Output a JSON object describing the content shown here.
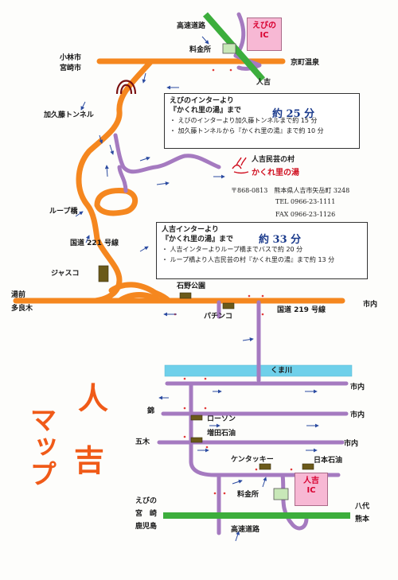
{
  "title": {
    "part1": "人",
    "part2": "吉",
    "part3": "マップ"
  },
  "interchanges": {
    "ebino": {
      "line1": "えびの",
      "line2": "IC"
    },
    "hitoyoshi": {
      "line1": "人吉",
      "line2": "IC"
    }
  },
  "labels": {
    "expressway_top": "高速道路",
    "expressway_bottom": "高速道路",
    "tollgate_top": "料金所",
    "tollgate_bottom": "料金所",
    "kobayashi": "小林市",
    "miyazaki_top": "宮崎市",
    "kyomachi": "京町温泉",
    "hitoyoshi_top": "人吉",
    "kakuto_tunnel": "加久藤トンネル",
    "loop_bridge": "ループ橋",
    "route221": "国道 221 号線",
    "jusco": "ジャスコ",
    "yunomae": "湯前",
    "taragi": "多良木",
    "ishino_park": "石野公園",
    "pachinko": "パチンコ",
    "route219": "国道 219 号線",
    "shinai_1": "市内",
    "kuma_river": "くま川",
    "shinai_2": "市内",
    "nishiki": "錦",
    "lawson": "ローソン",
    "shinai_3": "市内",
    "itsuki": "五木",
    "masuda_oil": "増田石油",
    "shinai_4": "市内",
    "kfc": "ケンタッキー",
    "nisseki": "日本石油",
    "ebino_city": "えびの",
    "miyazaki_bottom": "宮　崎",
    "kagoshima": "鹿児島",
    "yatsushiro": "八代",
    "kumamoto": "熊本"
  },
  "spa": {
    "village": "人吉民芸の村",
    "name": "かくれ里の湯",
    "postal": "〒868-0813　熊本県人吉市矢岳町 3248",
    "tel": "TEL 0966-23-1111",
    "fax": "FAX 0966-23-1126"
  },
  "info_ebino": {
    "line1": "えびのインターより",
    "line2": "『かくれ里の湯』まで",
    "time": "約 25 分",
    "items": [
      "・ えびのインターより加久藤トンネルまで約 15 分",
      "・ 加久藤トンネルから『かくれ里の湯』まで約 10 分"
    ]
  },
  "info_hitoyoshi": {
    "line1": "人吉インターより",
    "line2": "『かくれ里の湯』まで",
    "time": "約 33 分",
    "items": [
      "・ 人吉インターよりループ橋までバスで約 20 分",
      "・ ループ橋より人吉民芸の村『かくれ里の湯』まで約 13 分"
    ]
  },
  "colors": {
    "road_orange": "#f5871f",
    "road_purple": "#a57ac0",
    "expressway_green": "#3cae3c",
    "river_blue": "#6fd0ea",
    "arrow_blue": "#2a4aa0",
    "title_orange": "#f05a18",
    "spa_red": "#d01020"
  }
}
